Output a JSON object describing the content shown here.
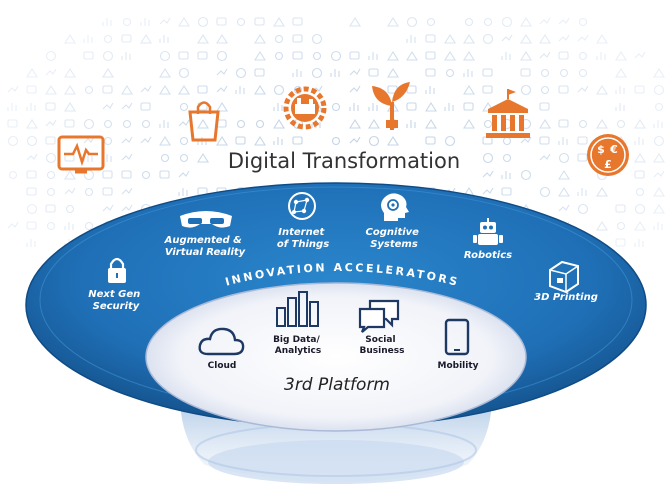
{
  "title": "Digital Transformation",
  "arc_label": "INNOVATION ACCELERATORS",
  "platform_label": "3rd Platform",
  "accelerators": [
    {
      "id": "security",
      "lines": [
        "Next Gen",
        "Security"
      ],
      "icon": "padlock-icon"
    },
    {
      "id": "ar-vr",
      "lines": [
        "Augmented &",
        "Virtual Reality"
      ],
      "icon": "vr-headset-icon"
    },
    {
      "id": "iot",
      "lines": [
        "Internet",
        "of Things"
      ],
      "icon": "network-globe-icon"
    },
    {
      "id": "cognitive",
      "lines": [
        "Cognitive",
        "Systems"
      ],
      "icon": "brain-head-icon"
    },
    {
      "id": "robotics",
      "lines": [
        "Robotics"
      ],
      "icon": "robot-icon"
    },
    {
      "id": "3d-printing",
      "lines": [
        "3D Printing"
      ],
      "icon": "3d-printer-icon"
    }
  ],
  "platform_items": [
    {
      "id": "cloud",
      "lines": [
        "Cloud"
      ],
      "icon": "cloud-icon"
    },
    {
      "id": "big-data",
      "lines": [
        "Big Data/",
        "Analytics"
      ],
      "icon": "bar-chart-icon"
    },
    {
      "id": "social",
      "lines": [
        "Social",
        "Business"
      ],
      "icon": "speech-bubbles-icon"
    },
    {
      "id": "mobility",
      "lines": [
        "Mobility"
      ],
      "icon": "smartphone-icon"
    }
  ],
  "featured_icons": [
    "heart-monitor-icon",
    "shopping-bag-icon",
    "factory-gear-icon",
    "plant-plug-icon",
    "government-building-icon",
    "currency-globe-icon"
  ],
  "colors": {
    "ring": "#1f6fb6",
    "ring_dark": "#15548f",
    "core": "#eef1f8",
    "accent": "#e8772e",
    "background_icons": "#a9c1df"
  }
}
